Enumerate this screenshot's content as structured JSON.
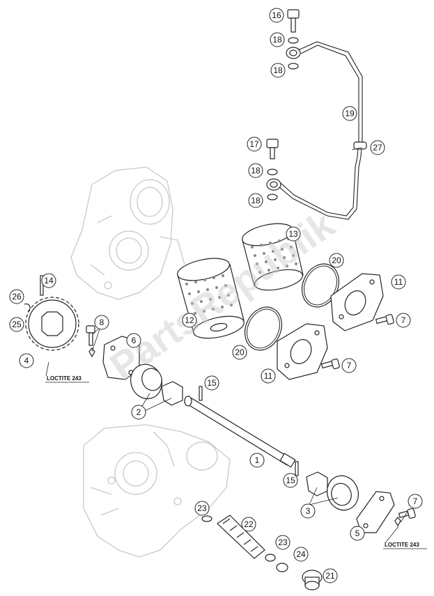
{
  "diagram": {
    "watermark": "PartsRepublik",
    "loctite_labels": [
      "LOCTITE 243",
      "LOCTITE 243"
    ],
    "callouts": [
      "16",
      "18",
      "18",
      "19",
      "27",
      "17",
      "18",
      "18",
      "13",
      "20",
      "11",
      "7",
      "12",
      "14",
      "26",
      "25",
      "8",
      "6",
      "4",
      "20",
      "11",
      "7",
      "15",
      "2",
      "1",
      "15",
      "3",
      "7",
      "23",
      "22",
      "23",
      "24",
      "21",
      "5"
    ]
  }
}
